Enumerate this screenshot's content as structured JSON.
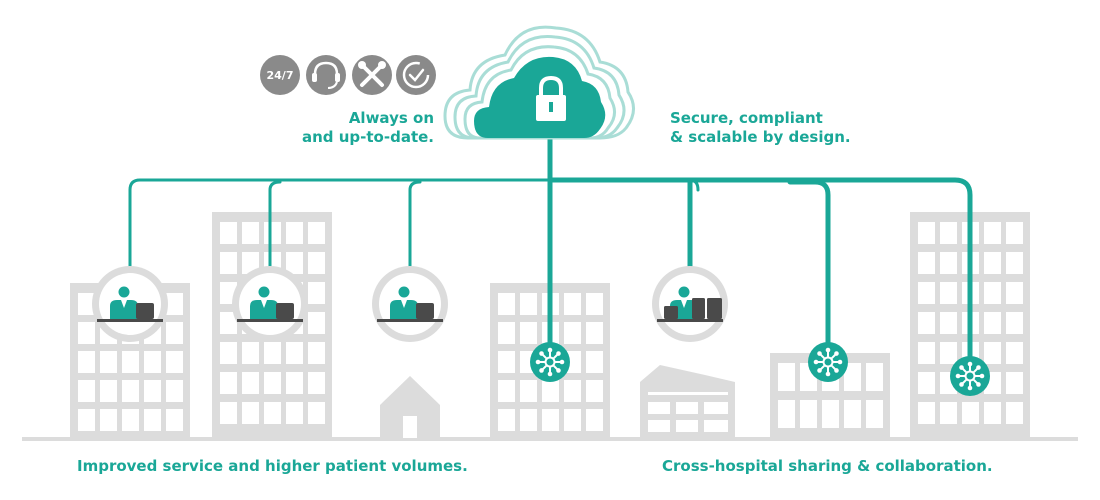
{
  "colors": {
    "accent": "#1aa797",
    "accent_light": "#a9ddd6",
    "building": "#dcdcdc",
    "building_dark": "#cfcfcf",
    "window": "#ffffff",
    "badge": "#8a8a8a",
    "person": "#1aa797",
    "desk": "#4a4a4a"
  },
  "badges": [
    {
      "name": "24-7-badge",
      "text": "24/7"
    },
    {
      "name": "headset-badge",
      "text": ""
    },
    {
      "name": "tools-badge",
      "text": ""
    },
    {
      "name": "check-badge",
      "text": ""
    }
  ],
  "labels": {
    "always_on_line1": "Always on",
    "always_on_line2": "and up-to-date.",
    "secure_line1": "Secure, compliant",
    "secure_line2": "& scalable by design.",
    "improved": "Improved service and higher patient volumes.",
    "sharing": "Cross-hospital sharing & collaboration."
  },
  "icons": {
    "cloud": "cloud-lock-icon",
    "workstation": "workstation-icon",
    "network": "network-hub-icon"
  }
}
